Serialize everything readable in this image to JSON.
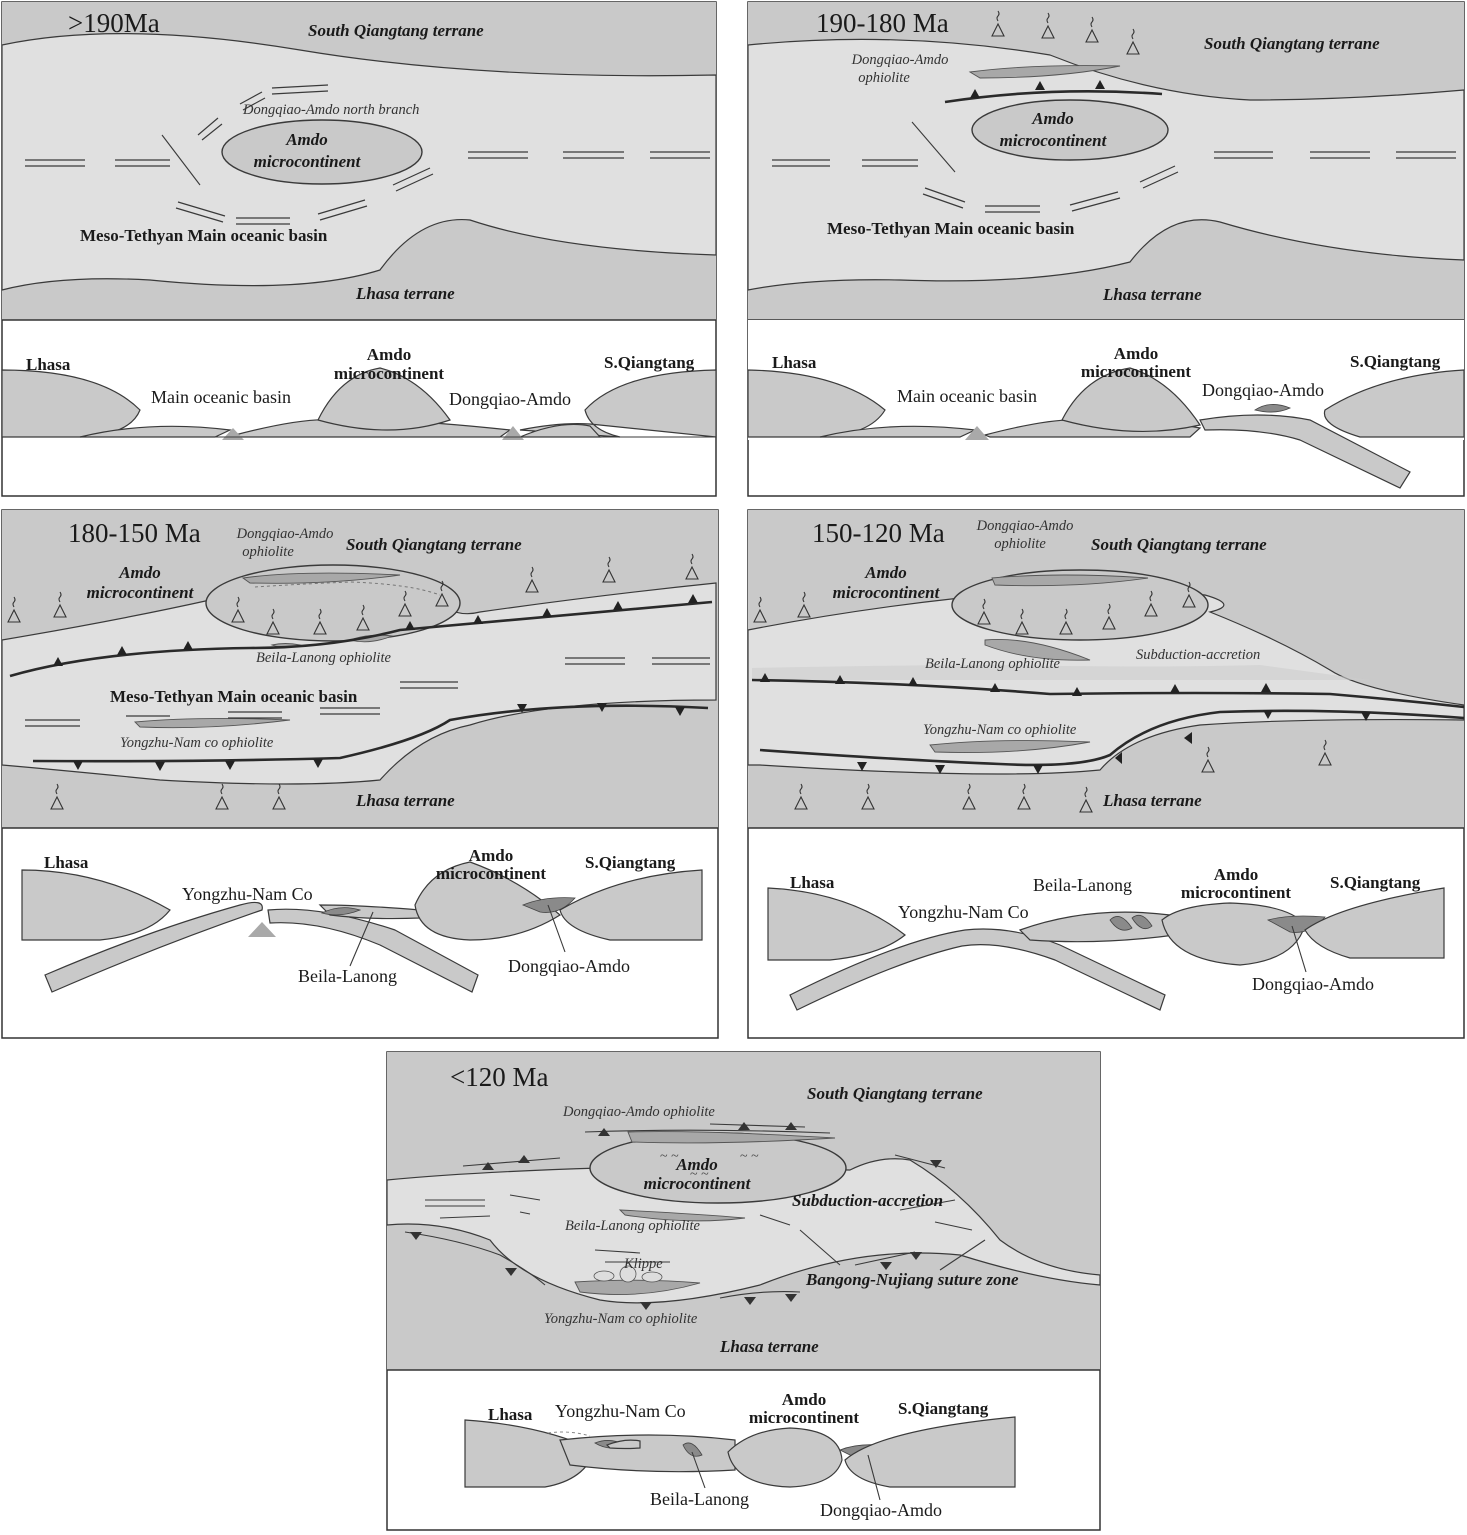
{
  "panels": [
    {
      "id": "p1",
      "age": ">190Ma",
      "map": {
        "north_terrane": "South Qiangtang terrane",
        "south_terrane": "Lhasa terrane",
        "basin": "Meso-Tethyan Main oceanic basin",
        "branch": "Dongqiao-Amdo north branch",
        "micro": [
          "Amdo",
          "microcontinent"
        ]
      },
      "section": {
        "left": "Lhasa",
        "micro": [
          "Amdo",
          "microcontinent"
        ],
        "right": "S.Qiangtang",
        "basin": "Main oceanic basin",
        "branch": "Dongqiao-Amdo"
      }
    },
    {
      "id": "p2",
      "age": "190-180 Ma",
      "map": {
        "north_terrane": "South Qiangtang terrane",
        "south_terrane": "Lhasa terrane",
        "basin": "Meso-Tethyan Main oceanic basin",
        "ophiolite": [
          "Dongqiao-Amdo",
          "ophiolite"
        ],
        "micro": [
          "Amdo",
          "microcontinent"
        ]
      },
      "section": {
        "left": "Lhasa",
        "micro": [
          "Amdo",
          "microcontinent"
        ],
        "right": "S.Qiangtang",
        "basin": "Main oceanic basin",
        "branch": "Dongqiao-Amdo"
      }
    },
    {
      "id": "p3",
      "age": "180-150 Ma",
      "map": {
        "north_terrane": "South Qiangtang terrane",
        "south_terrane": "Lhasa terrane",
        "basin": "Meso-Tethyan Main oceanic basin",
        "ophiolite": [
          "Dongqiao-Amdo",
          "ophiolite"
        ],
        "micro": [
          "Amdo",
          "microcontinent"
        ],
        "beila": "Beila-Lanong ophiolite",
        "yongzhu": "Yongzhu-Nam co ophiolite"
      },
      "section": {
        "left": "Lhasa",
        "micro": [
          "Amdo",
          "microcontinent"
        ],
        "right": "S.Qiangtang",
        "yongzhu": "Yongzhu-Nam Co",
        "beila": "Beila-Lanong",
        "dongqiao": "Dongqiao-Amdo"
      }
    },
    {
      "id": "p4",
      "age": "150-120 Ma",
      "map": {
        "north_terrane": "South Qiangtang terrane",
        "south_terrane": "Lhasa terrane",
        "ophiolite": [
          "Dongqiao-Amdo",
          "ophiolite"
        ],
        "micro": [
          "Amdo",
          "microcontinent"
        ],
        "beila": "Beila-Lanong ophiolite",
        "accretion": "Subduction-accretion",
        "yongzhu": "Yongzhu-Nam co ophiolite"
      },
      "section": {
        "left": "Lhasa",
        "micro": [
          "Amdo",
          "microcontinent"
        ],
        "right": "S.Qiangtang",
        "yongzhu": "Yongzhu-Nam Co",
        "beila": "Beila-Lanong",
        "dongqiao": "Dongqiao-Amdo"
      }
    },
    {
      "id": "p5",
      "age": "<120 Ma",
      "map": {
        "north_terrane": "South Qiangtang terrane",
        "south_terrane": "Lhasa terrane",
        "ophiolite": "Dongqiao-Amdo ophiolite",
        "micro": [
          "Amdo",
          "microcontinent"
        ],
        "beila": "Beila-Lanong ophiolite",
        "accretion": "Subduction-accretion",
        "klippe": "Klippe",
        "suture": "Bangong-Nujiang suture zone",
        "yongzhu": "Yongzhu-Nam co ophiolite"
      },
      "section": {
        "left": "Lhasa",
        "micro": [
          "Amdo",
          "microcontinent"
        ],
        "right": "S.Qiangtang",
        "yongzhu": "Yongzhu-Nam Co",
        "beila": "Beila-Lanong",
        "dongqiao": "Dongqiao-Amdo"
      }
    }
  ]
}
